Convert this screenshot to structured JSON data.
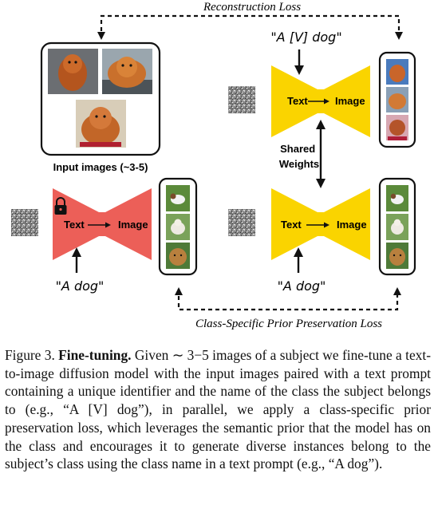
{
  "figure": {
    "reconstruction_loss_label": "Reconstruction Loss",
    "prior_loss_label": "Class-Specific Prior Preservation Loss",
    "input_images_label": "Input images (~3-5)",
    "shared_weights_line1": "Shared",
    "shared_weights_line2": "Weights",
    "prompt_unique": "\"A [V] dog\"",
    "prompt_class_left": "\"A dog\"",
    "prompt_class_right": "\"A dog\"",
    "model_text_label": "Text",
    "model_image_label": "Image",
    "colors": {
      "frozen_model": "#ec5f58",
      "trained_model": "#fad400",
      "arrow": "#111111",
      "noise_base": "#8a8a8a"
    },
    "icons": {
      "lock": "lock-icon",
      "noise": "noise-icon",
      "subject_photo": "chow-chow-photo",
      "class_photo": "dog-photo"
    }
  },
  "caption": {
    "label": "Figure 3.",
    "title": "Fine-tuning.",
    "body": "Given ∼ 3−5 images of a subject we fine-tune a text-to-image diffusion model with the input images paired with a text prompt containing a unique identifier and the name of the class the subject belongs to (e.g., “A [V] dog”), in parallel, we apply a class-specific prior preservation loss, which leverages the semantic prior that the model has on the class and encourages it to generate diverse instances belong to the subject’s class using the class name in a text prompt (e.g., “A dog”)."
  }
}
